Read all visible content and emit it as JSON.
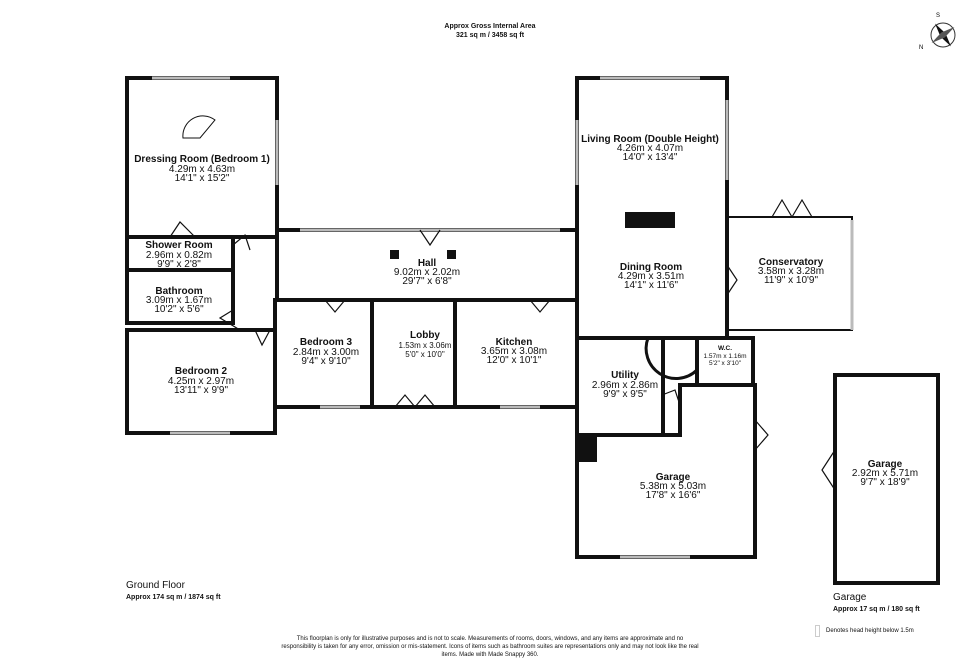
{
  "header": {
    "title": "Approx Gross Internal Area",
    "area": "321 sq m / 3458 sq ft"
  },
  "compass": {
    "icon": "compass-icon",
    "labels": [
      "S",
      "N"
    ]
  },
  "rooms": {
    "dressing": {
      "name": "Dressing Room (Bedroom 1)",
      "metric": "4.29m x 4.63m",
      "imperial": "14'1\" x 15'2\""
    },
    "shower": {
      "name": "Shower Room",
      "metric": "2.96m x 0.82m",
      "imperial": "9'9\" x 2'8\""
    },
    "bathroom": {
      "name": "Bathroom",
      "metric": "3.09m x 1.67m",
      "imperial": "10'2\" x 5'6\""
    },
    "bedroom2": {
      "name": "Bedroom 2",
      "metric": "4.25m x 2.97m",
      "imperial": "13'11\" x 9'9\""
    },
    "hall": {
      "name": "Hall",
      "metric": "9.02m x 2.02m",
      "imperial": "29'7\" x 6'8\""
    },
    "bedroom3": {
      "name": "Bedroom 3",
      "metric": "2.84m x 3.00m",
      "imperial": "9'4\" x 9'10\""
    },
    "lobby": {
      "name": "Lobby",
      "metric": "1.53m x 3.06m",
      "imperial": "5'0\" x 10'0\""
    },
    "kitchen": {
      "name": "Kitchen",
      "metric": "3.65m x 3.08m",
      "imperial": "12'0\" x 10'1\""
    },
    "living": {
      "name": "Living Room (Double Height)",
      "metric": "4.26m x 4.07m",
      "imperial": "14'0\" x 13'4\""
    },
    "dining": {
      "name": "Dining Room",
      "metric": "4.29m x 3.51m",
      "imperial": "14'1\" x 11'6\""
    },
    "conservatory": {
      "name": "Conservatory",
      "metric": "3.58m x 3.28m",
      "imperial": "11'9\" x 10'9\""
    },
    "wc": {
      "name": "W.C.",
      "metric": "1.57m x 1.16m",
      "imperial": "5'2\" x 3'10\""
    },
    "utility": {
      "name": "Utility",
      "metric": "2.96m x 2.86m",
      "imperial": "9'9\" x 9'5\""
    },
    "garage": {
      "name": "Garage",
      "metric": "5.38m x 5.03m",
      "imperial": "17'8\" x 16'6\""
    },
    "garage2": {
      "name": "Garage",
      "metric": "2.92m x 5.71m",
      "imperial": "9'7\" x 18'9\""
    }
  },
  "floors": {
    "ground": {
      "name": "Ground Floor",
      "area": "Approx 174 sq m / 1874 sq ft"
    },
    "garage": {
      "name": "Garage",
      "area": "Approx 17 sq m / 180 sq ft"
    }
  },
  "legend": {
    "text": "Denotes head height below 1.5m"
  },
  "disclaimer": "This floorplan is only for illustrative purposes and is not to scale. Measurements of rooms, doors, windows, and any items are approximate and no responsibility is taken for any error, omission or mis-statement. Icons of items such as bathroom suites are representations only and may not look like the real items. Made with Made Snappy 360."
}
